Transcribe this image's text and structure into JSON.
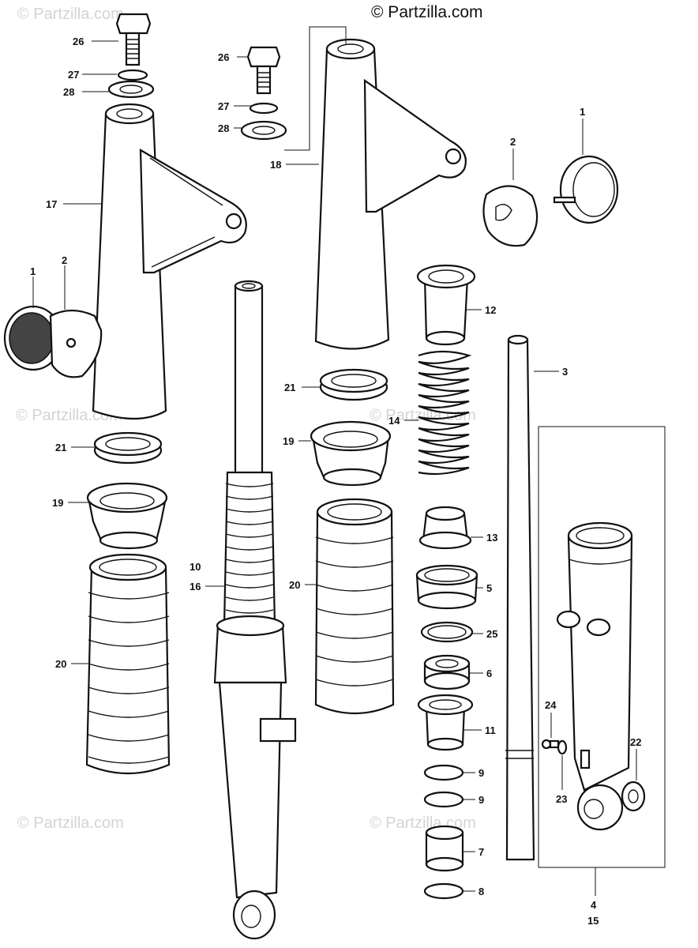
{
  "copyright": "© Partzilla.com",
  "watermarks": [
    "© Partzilla.com",
    "© Partzilla.com",
    "© Partzilla.com",
    "© Partzilla.com",
    "© Partzilla.com",
    "© Partzilla.com"
  ],
  "callouts": {
    "c26a": "26",
    "c27a": "27",
    "c28a": "28",
    "c17": "17",
    "c1a": "1",
    "c2a": "2",
    "c21a": "21",
    "c19a": "19",
    "c20a": "20",
    "c26b": "26",
    "c27b": "27",
    "c28b": "28",
    "c18": "18",
    "c2b": "2",
    "c1b": "1",
    "c12": "12",
    "c3": "3",
    "c21b": "21",
    "c19b": "19",
    "c14": "14",
    "c10": "10",
    "c16": "16",
    "c20b": "20",
    "c13": "13",
    "c5": "5",
    "c25": "25",
    "c6": "6",
    "c11": "11",
    "c9a": "9",
    "c9b": "9",
    "c7": "7",
    "c8": "8",
    "c24": "24",
    "c23": "23",
    "c22": "22",
    "c4": "4",
    "c15": "15"
  }
}
